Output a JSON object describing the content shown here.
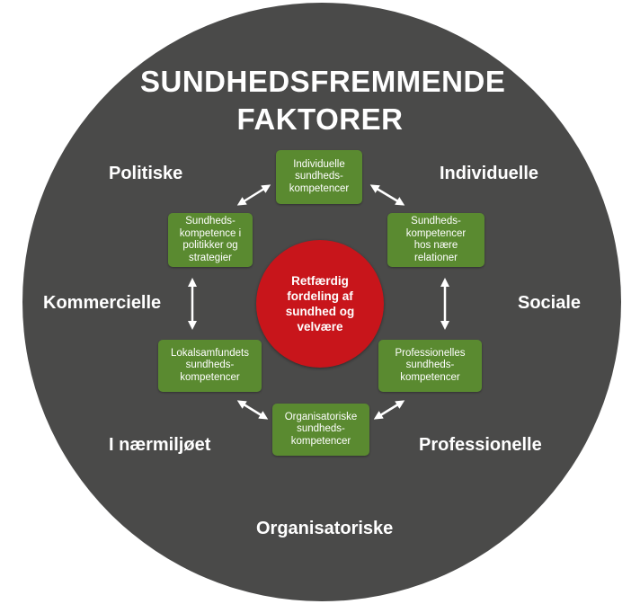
{
  "title": {
    "line1": "SUNDHEDSFREMMENDE",
    "line2": "FAKTORER"
  },
  "factors": {
    "politiske": "Politiske",
    "individuelle": "Individuelle",
    "kommercielle": "Kommercielle",
    "sociale": "Sociale",
    "naermiljoet": "I nærmiljøet",
    "professionelle": "Professionelle",
    "organisatoriske": "Organisatoriske"
  },
  "center": {
    "line1": "Retfærdig",
    "line2": "fordeling af",
    "line3": "sundhed og",
    "line4": "velvære"
  },
  "boxes": {
    "individuelle": {
      "line1": "Individuelle",
      "line2": "sundheds-",
      "line3": "kompetencer"
    },
    "naere_relationer": {
      "line1": "Sundheds-",
      "line2": "kompetencer",
      "line3": "hos nære",
      "line4": "relationer"
    },
    "professionelles": {
      "line1": "Professionelles",
      "line2": "sundheds-",
      "line3": "kompetencer"
    },
    "organisatoriske": {
      "line1": "Organisatoriske",
      "line2": "sundheds-",
      "line3": "kompetencer"
    },
    "lokalsamfundets": {
      "line1": "Lokalsamfundets",
      "line2": "sundheds-",
      "line3": "kompetencer"
    },
    "politikker": {
      "line1": "Sundheds-",
      "line2": "kompetence i",
      "line3": "politikker og",
      "line4": "strategier"
    }
  },
  "colors": {
    "ring": "#4a4a49",
    "box": "#5a8a30",
    "center": "#c8151b",
    "text": "#ffffff"
  },
  "icons": {
    "connector": "double-arrow-icon"
  }
}
